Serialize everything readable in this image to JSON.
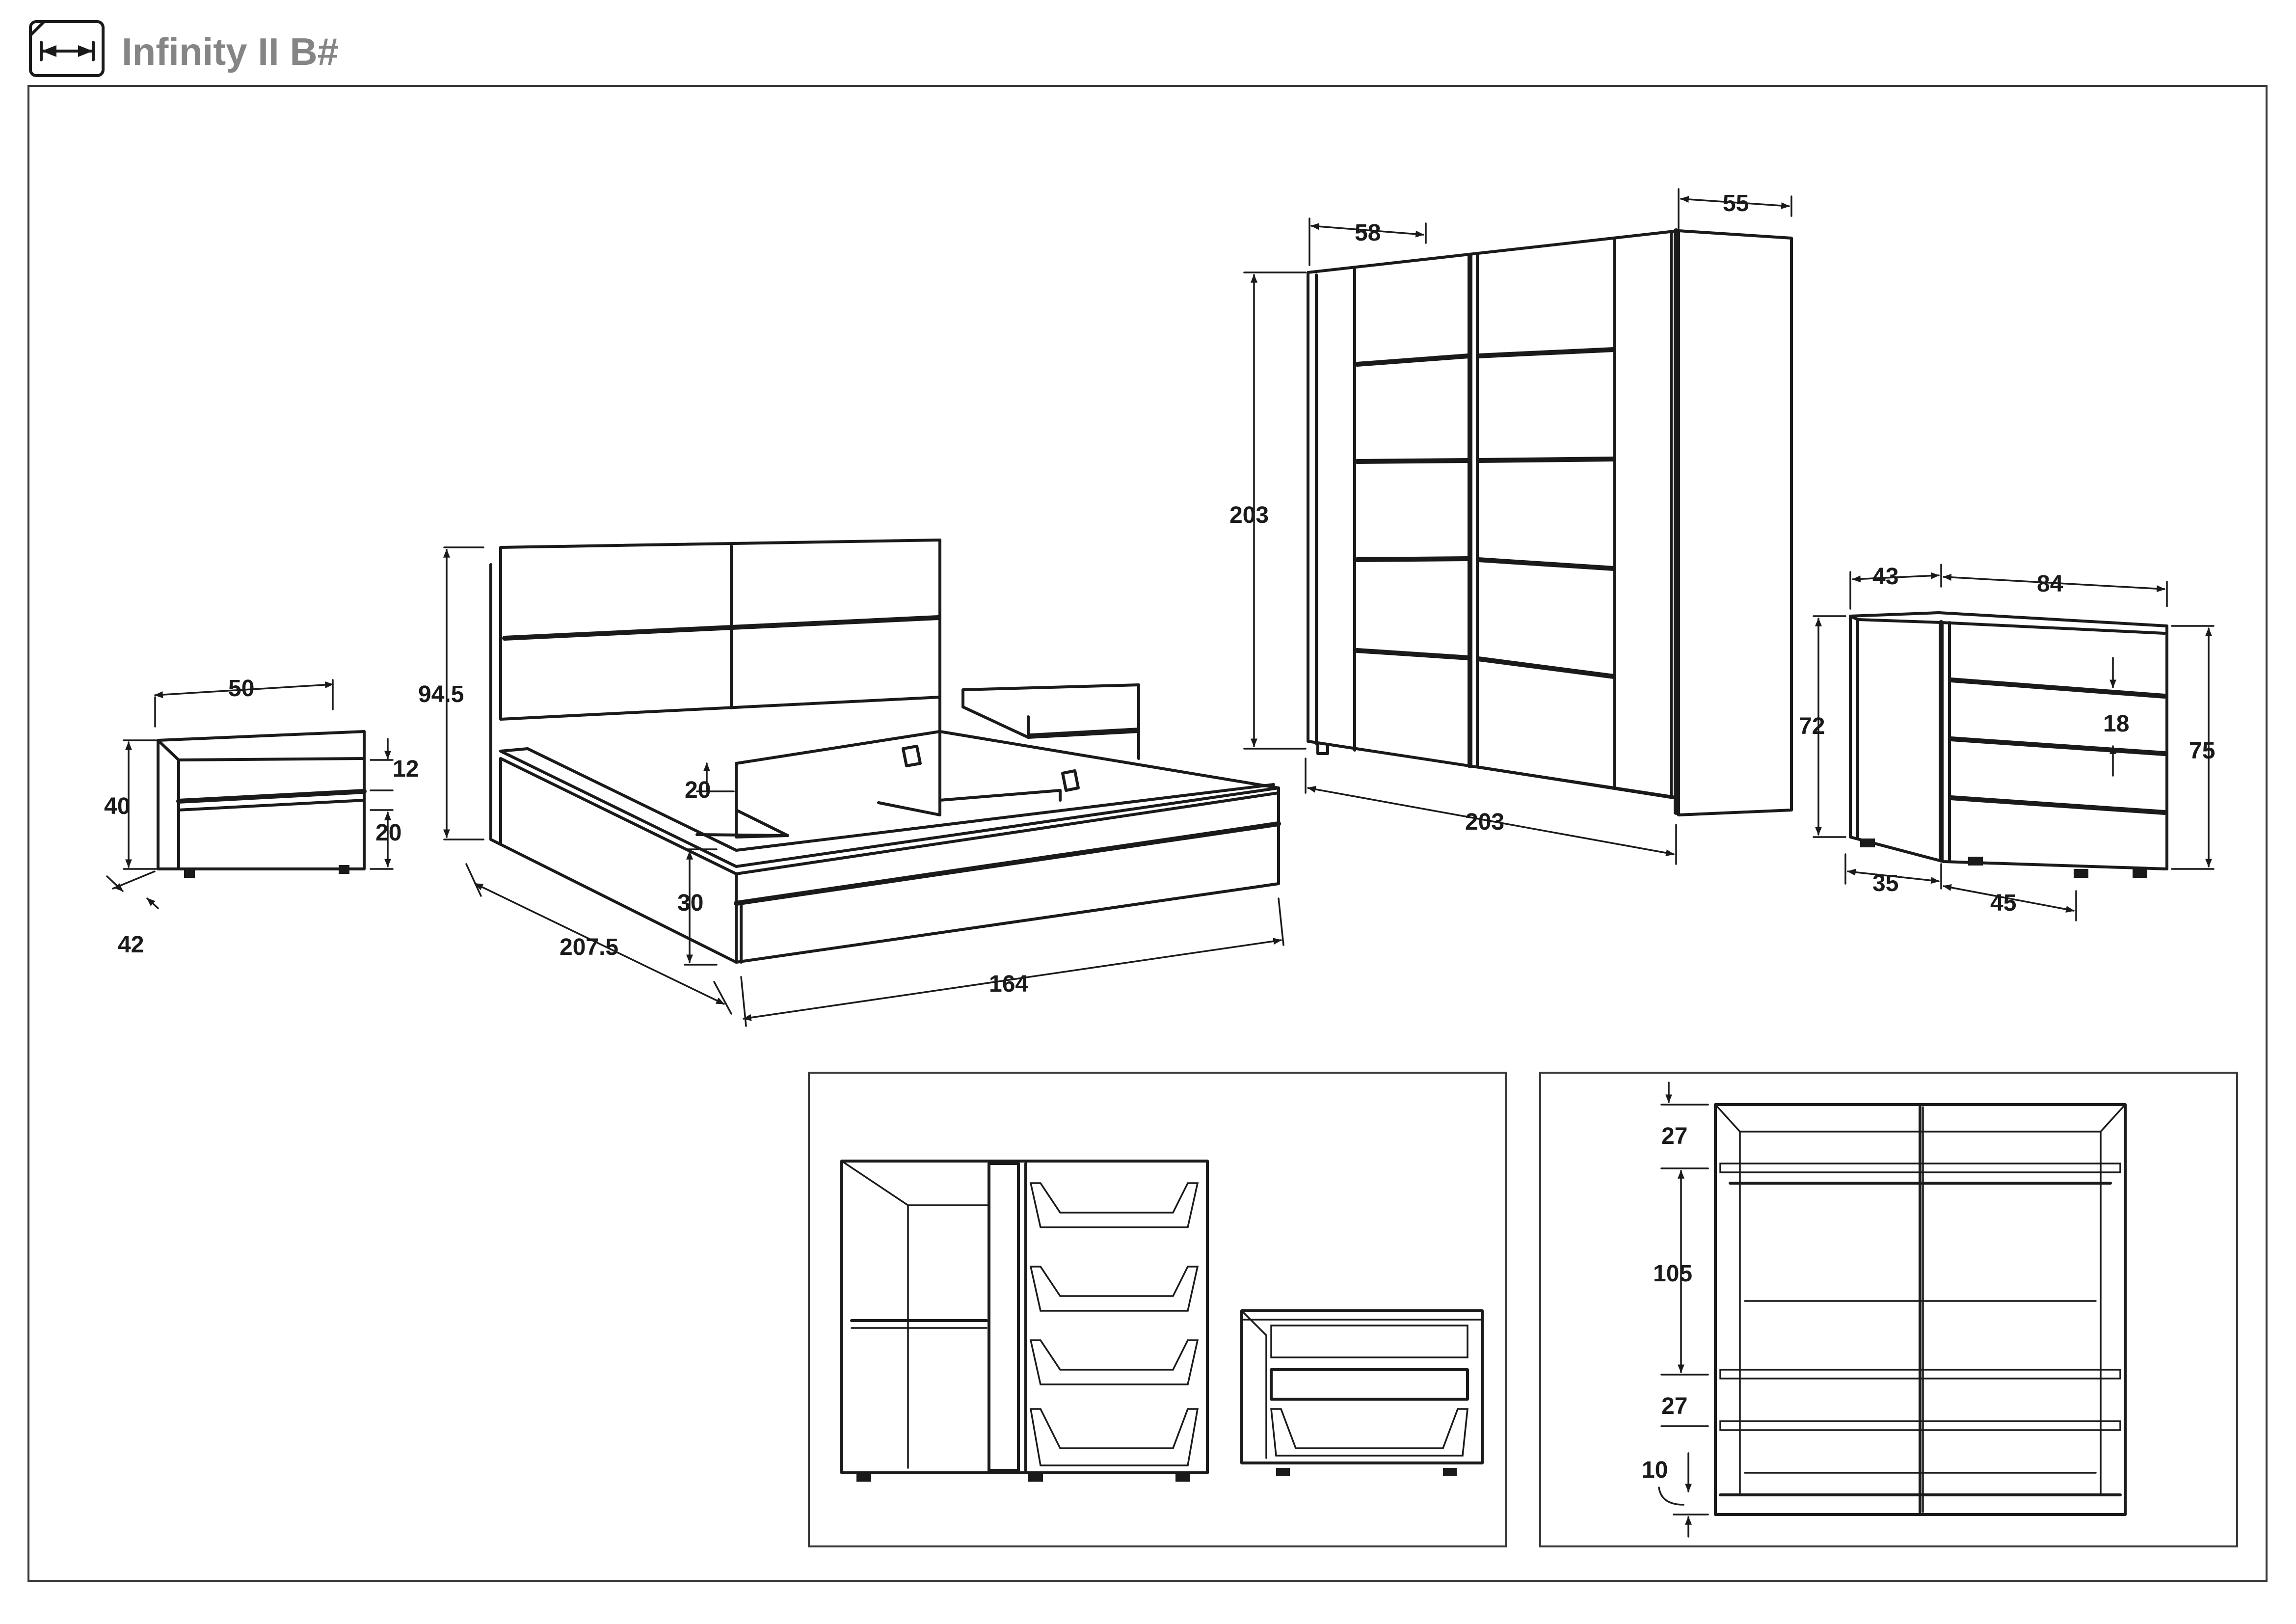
{
  "header": {
    "title": "Infinity II B#",
    "icon": "dimensions-icon"
  },
  "nightstand": {
    "width": "50",
    "height": "40",
    "drawer_top": "12",
    "drawer_bottom": "20",
    "depth": "42"
  },
  "bed": {
    "headboard_height": "94.5",
    "side_height": "20",
    "base_height": "30",
    "length": "207.5",
    "width": "164"
  },
  "wardrobe": {
    "door_width": "58",
    "depth": "55",
    "height": "203",
    "width": "203"
  },
  "dresser": {
    "depth": "43",
    "width": "84",
    "body_height": "72",
    "drawer_height": "18",
    "total_height": "75",
    "left_width": "35",
    "right_width": "45"
  },
  "wardrobe_interior": {
    "top_shelf": "27",
    "hanging_height": "105",
    "lower_shelf": "27",
    "base": "10"
  }
}
